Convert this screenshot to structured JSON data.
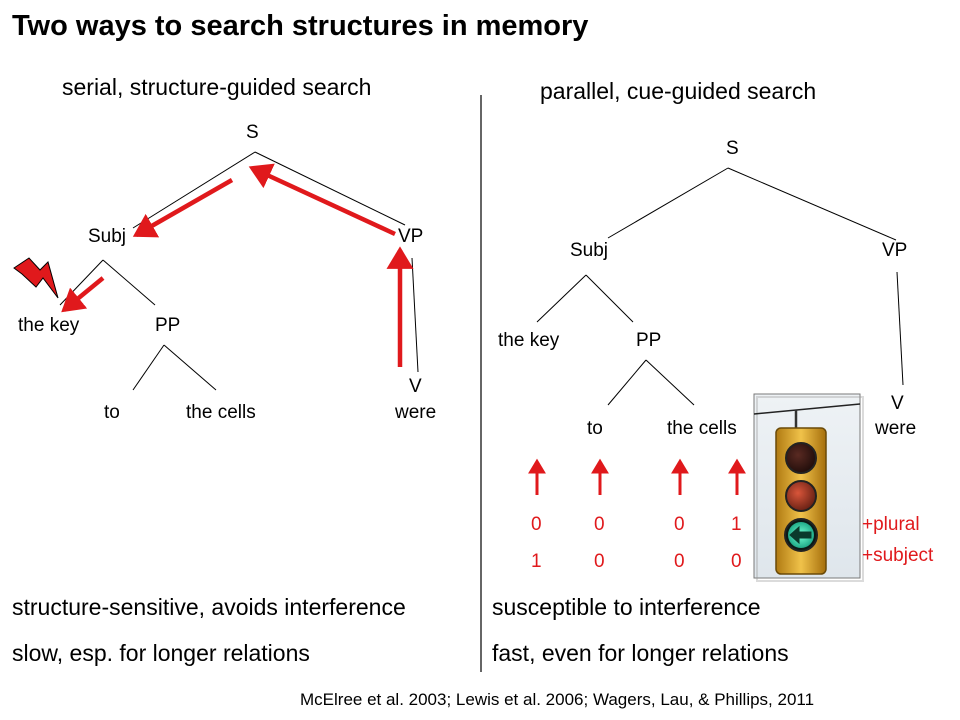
{
  "title": "Two ways to search structures in memory",
  "left": {
    "heading": "serial, structure-guided search",
    "tree": {
      "s": "S",
      "subj": "Subj",
      "vp": "VP",
      "the_key": "the key",
      "pp": "PP",
      "to": "to",
      "the_cells": "the cells",
      "v": "V",
      "were": "were"
    },
    "notes": [
      "structure-sensitive, avoids interference",
      "slow, esp. for longer relations"
    ]
  },
  "right": {
    "heading": "parallel, cue-guided search",
    "tree": {
      "s": "S",
      "subj": "Subj",
      "vp": "VP",
      "the_key": "the key",
      "pp": "PP",
      "to": "to",
      "the_cells": "the cells",
      "v": "V",
      "were": "were"
    },
    "match_rows": {
      "plural": [
        "0",
        "0",
        "0",
        "1"
      ],
      "subject": [
        "1",
        "0",
        "0",
        "0"
      ]
    },
    "cues": [
      "+plural",
      "+subject"
    ],
    "notes": [
      "susceptible to interference",
      "fast, even for longer relations"
    ]
  },
  "citation": "McElree et al. 2003; Lewis et al. 2006; Wagers, Lau, & Phillips, 2011",
  "colors": {
    "red": "#e0191c",
    "text": "#000000",
    "arrow_green": "#35e0b0"
  },
  "icons": [
    "lightning-bolt-icon",
    "traffic-light-icon"
  ]
}
